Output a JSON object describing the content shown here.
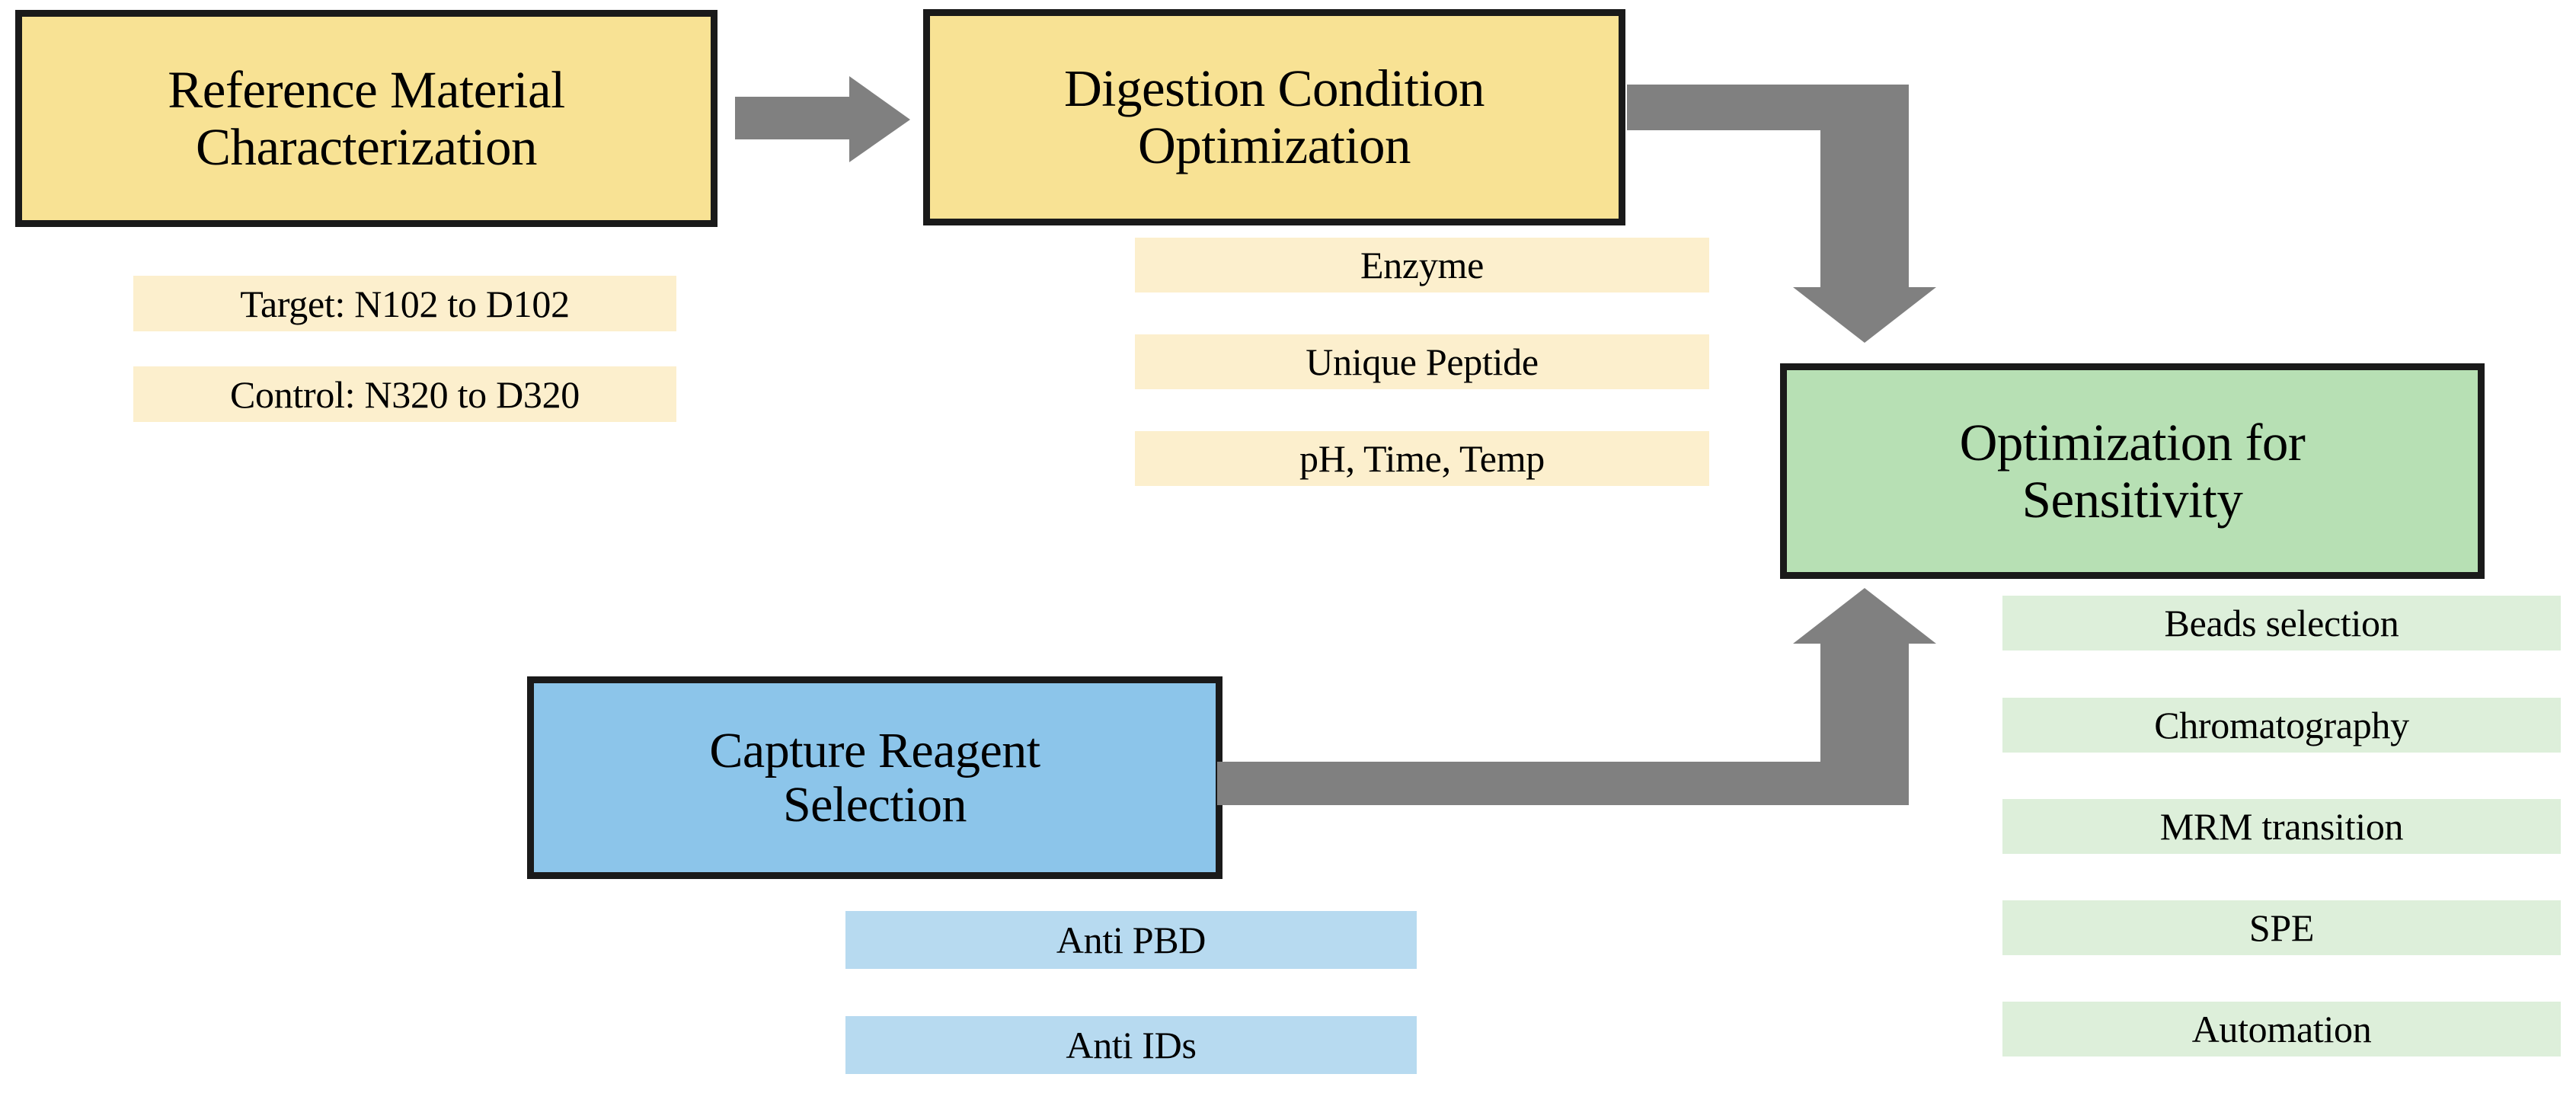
{
  "diagram": {
    "title_nodes": {
      "reference": "Reference Material\nCharacterization",
      "digestion": "Digestion Condition\nOptimization",
      "sensitivity": "Optimization for\nSensitivity",
      "capture": "Capture Reagent\nSelection"
    },
    "reference_details": [
      "Target: N102 to D102",
      "Control: N320 to D320"
    ],
    "digestion_details": [
      "Enzyme",
      "Unique Peptide",
      "pH, Time, Temp"
    ],
    "sensitivity_details": [
      "Beads selection",
      "Chromatography",
      "MRM transition",
      "SPE",
      "Automation"
    ],
    "capture_details": [
      "Anti PBD",
      "Anti IDs"
    ],
    "colors": {
      "yellow_node": "#F8E294",
      "yellow_chip": "#FCEFCD",
      "green_node": "#B7E0B4",
      "green_chip": "#DDEFDA",
      "blue_node": "#8CC5EA",
      "blue_chip": "#B7DAF0",
      "border": "#1A1A1A",
      "arrow": "#808080",
      "background": "#FFFFFF"
    },
    "arrows": [
      {
        "name": "reference-to-digestion",
        "from": "reference",
        "to": "digestion",
        "shape": "straight-right"
      },
      {
        "name": "digestion-to-sensitivity",
        "from": "digestion",
        "to": "sensitivity",
        "shape": "elbow-right-down"
      },
      {
        "name": "capture-to-sensitivity",
        "from": "capture",
        "to": "sensitivity",
        "shape": "elbow-right-up"
      }
    ]
  }
}
